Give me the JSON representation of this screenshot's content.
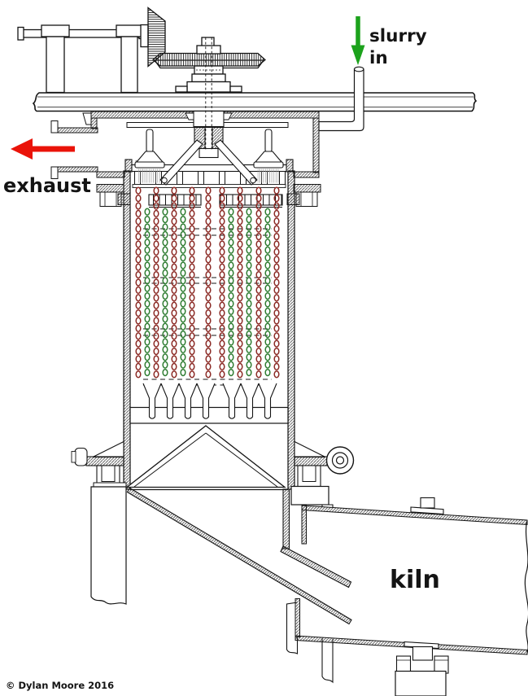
{
  "diagram": {
    "labels": {
      "slurry_line1": "slurry",
      "slurry_line2": "in",
      "exhaust": "exhaust",
      "kiln": "kiln"
    },
    "copyright": "© Dylan Moore 2016",
    "colors": {
      "background": "#ffffff",
      "line": "#141414",
      "slurry_arrow": "#1ca21c",
      "exhaust_arrow": "#ea1309",
      "chain_red": "#8c2b26",
      "chain_green": "#2f7d32"
    }
  }
}
